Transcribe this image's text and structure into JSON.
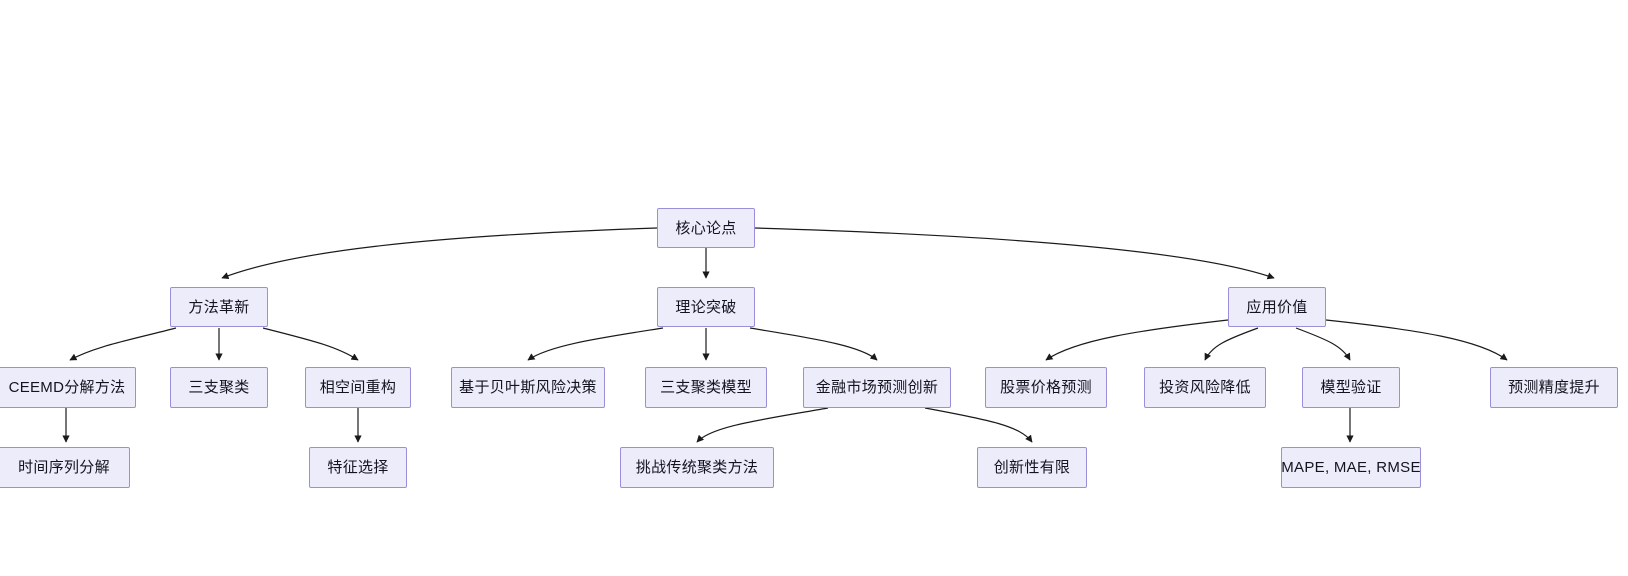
{
  "diagram": {
    "type": "tree-mindmap",
    "title_node": "核心论点",
    "style": {
      "node_fill": "#ECECFB",
      "node_border": "#9A8FD8",
      "edge_color": "#1a1a1a",
      "background": "#ffffff",
      "text_color": "#14141f"
    },
    "nodes": {
      "root": {
        "label": "核心论点"
      },
      "branch_method": {
        "label": "方法革新"
      },
      "branch_theory": {
        "label": "理论突破"
      },
      "branch_application": {
        "label": "应用价值"
      },
      "ceemd": {
        "label": "CEEMD分解方法"
      },
      "three_way_clustering": {
        "label": "三支聚类"
      },
      "phase_space": {
        "label": "相空间重构"
      },
      "bayes_risk": {
        "label": "基于贝叶斯风险决策"
      },
      "three_way_model": {
        "label": "三支聚类模型"
      },
      "finance_innovation": {
        "label": "金融市场预测创新"
      },
      "stock_forecast": {
        "label": "股票价格预测"
      },
      "risk_reduction": {
        "label": "投资风险降低"
      },
      "model_validation": {
        "label": "模型验证"
      },
      "accuracy_improve": {
        "label": "预测精度提升"
      },
      "timeseries_decomp": {
        "label": "时间序列分解"
      },
      "feature_selection": {
        "label": "特征选择"
      },
      "challenge_traditional": {
        "label": "挑战传统聚类方法"
      },
      "limited_novelty": {
        "label": "创新性有限"
      },
      "metrics": {
        "label": "MAPE, MAE, RMSE"
      }
    },
    "edges": [
      {
        "from": "root",
        "to": "branch_method"
      },
      {
        "from": "root",
        "to": "branch_theory"
      },
      {
        "from": "root",
        "to": "branch_application"
      },
      {
        "from": "branch_method",
        "to": "ceemd"
      },
      {
        "from": "branch_method",
        "to": "three_way_clustering"
      },
      {
        "from": "branch_method",
        "to": "phase_space"
      },
      {
        "from": "branch_theory",
        "to": "bayes_risk"
      },
      {
        "from": "branch_theory",
        "to": "three_way_model"
      },
      {
        "from": "branch_theory",
        "to": "finance_innovation"
      },
      {
        "from": "branch_application",
        "to": "stock_forecast"
      },
      {
        "from": "branch_application",
        "to": "risk_reduction"
      },
      {
        "from": "branch_application",
        "to": "model_validation"
      },
      {
        "from": "branch_application",
        "to": "accuracy_improve"
      },
      {
        "from": "ceemd",
        "to": "timeseries_decomp"
      },
      {
        "from": "phase_space",
        "to": "feature_selection"
      },
      {
        "from": "finance_innovation",
        "to": "challenge_traditional"
      },
      {
        "from": "finance_innovation",
        "to": "limited_novelty"
      },
      {
        "from": "model_validation",
        "to": "metrics"
      }
    ]
  }
}
